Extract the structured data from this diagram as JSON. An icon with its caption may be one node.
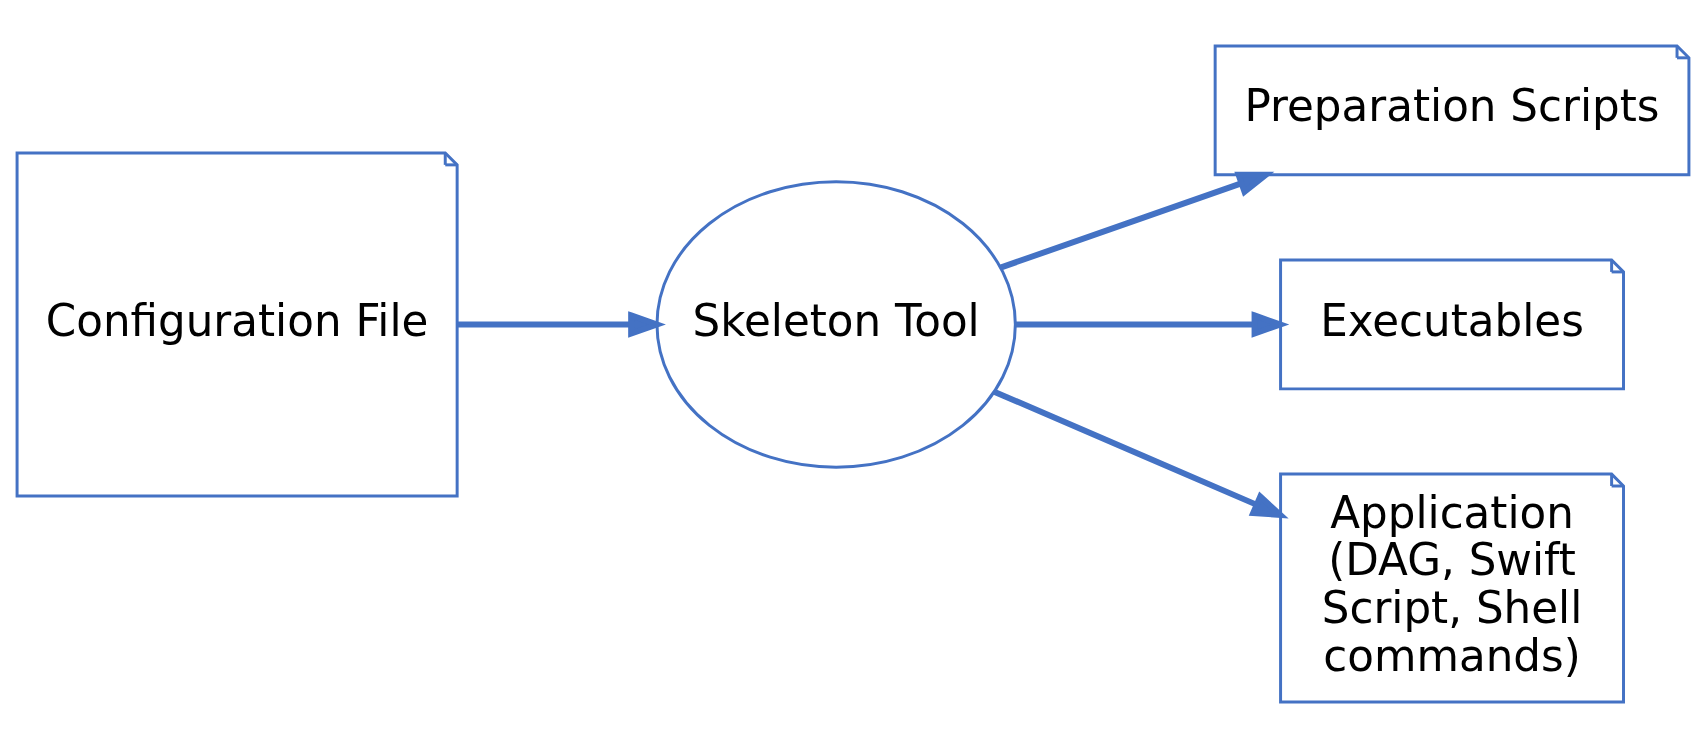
{
  "diagram": {
    "nodes": [
      {
        "text": [
          "Configuration File"
        ]
      },
      {
        "text": [
          "Skeleton Tool"
        ]
      },
      {
        "text": [
          "Preparation Scripts"
        ]
      },
      {
        "text": [
          "Executables"
        ]
      },
      {
        "text": [
          "Application (DAG, Swift Script, Shell commands)"
        ]
      }
    ],
    "edges": [
      {
        "from": 0,
        "to": 1,
        "arrow": "to"
      },
      {
        "from": 1,
        "to": 2,
        "arrow": "to"
      },
      {
        "from": 1,
        "to": 3,
        "arrow": "to"
      },
      {
        "from": 1,
        "to": 4,
        "arrow": "to"
      }
    ]
  }
}
